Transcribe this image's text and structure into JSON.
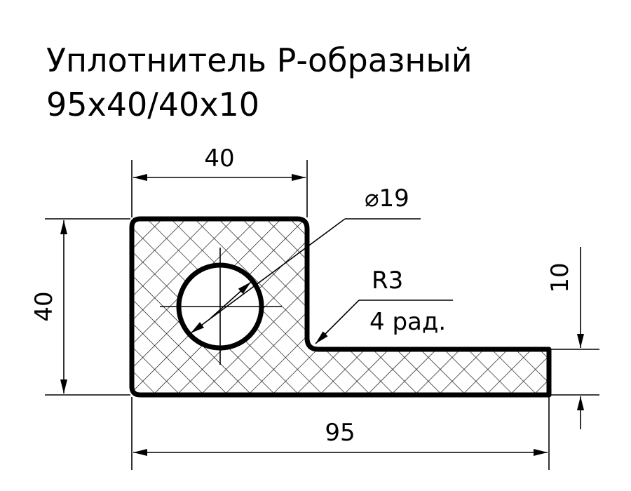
{
  "title": {
    "line1": "Уплотнитель Р-образный",
    "line2": "95х40/40х10"
  },
  "dimensions": {
    "top_width": "40",
    "diameter": "⌀19",
    "radius": "R3",
    "radius_note": "4 рад.",
    "right_height": "10",
    "left_height": "40",
    "bottom_width": "95"
  }
}
